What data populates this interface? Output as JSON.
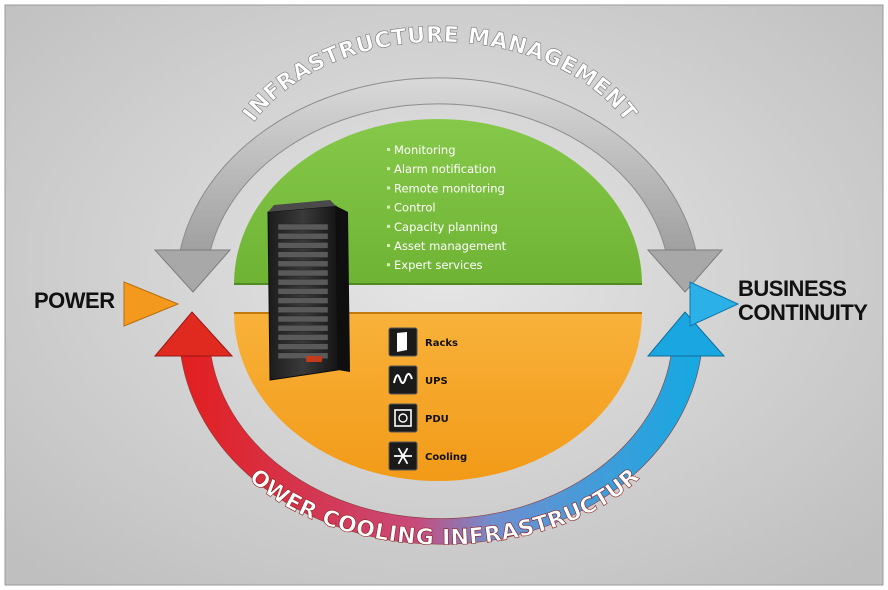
{
  "top_arc_label": "INFRASTRUCTURE MANAGEMENT",
  "bottom_arc_label": "POWER COOLING INFRASTRUCTURE",
  "left_label": "POWER",
  "right_label_lines": [
    "BUSINESS",
    "CONTINUITY"
  ],
  "management_items": [
    "Monitoring",
    "Alarm notification",
    "Remote monitoring",
    "Control",
    "Capacity planning",
    "Asset management",
    "Expert services"
  ],
  "infrastructure_items": [
    {
      "label": "Racks",
      "icon": "rack-icon"
    },
    {
      "label": "UPS",
      "icon": "ups-wave-icon"
    },
    {
      "label": "PDU",
      "icon": "pdu-outlet-icon"
    },
    {
      "label": "Cooling",
      "icon": "snowflake-icon"
    }
  ],
  "colors": {
    "background": "#d4d4d4",
    "green_half": "#7cc242",
    "orange_half": "#f5a623",
    "grey_arrow": "#bdbdbd",
    "red_arrow": "#e02020",
    "blue_arrow": "#1aa8e0",
    "power_triangle": "#f39a1e",
    "continuity_triangle": "#2bb0e8"
  }
}
